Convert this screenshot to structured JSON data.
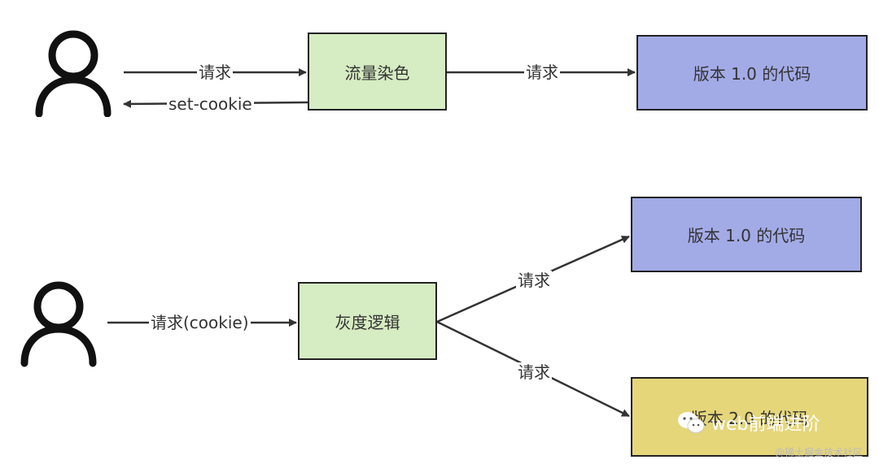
{
  "top": {
    "request_label": "请求",
    "set_cookie_label": "set-cookie",
    "dye_box": "流量染色",
    "request_label_2": "请求",
    "v1_box": "版本 1.0 的代码"
  },
  "bottom": {
    "request_cookie_label": "请求(cookie)",
    "gray_box": "灰度逻辑",
    "request_up_label": "请求",
    "request_down_label": "请求",
    "v1_box": "版本 1.0 的代码",
    "v2_box": "版本 2.0 的代码"
  },
  "watermark": {
    "brand": "web前端进阶",
    "sub": "@稀土掘金技术社区",
    "icon": "wechat-icon"
  },
  "colors": {
    "green": "#d6ecc2",
    "purple": "#a3abe7",
    "yellow": "#e5d67a",
    "stroke": "#222222"
  }
}
